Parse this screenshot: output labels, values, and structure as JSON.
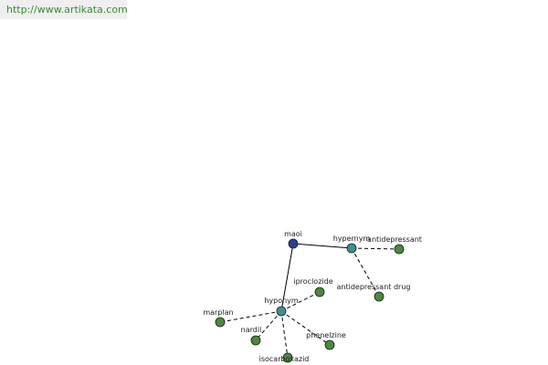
{
  "site": {
    "url_text": "http://www.artikata.com"
  },
  "graph": {
    "colors": {
      "root": "#2b3f91",
      "relation": "#3f8f8f",
      "term": "#4a8a3c"
    },
    "nodes": [
      {
        "id": "maoi",
        "label": "maoi",
        "kind": "root"
      },
      {
        "id": "hypernym",
        "label": "hypernym",
        "kind": "relation"
      },
      {
        "id": "hyponym",
        "label": "hyponym",
        "kind": "relation"
      },
      {
        "id": "antidepressant",
        "label": "antidepressant",
        "kind": "term"
      },
      {
        "id": "antidepressant-drug",
        "label": "antidepressant drug",
        "kind": "term"
      },
      {
        "id": "iproclozide",
        "label": "iproclozide",
        "kind": "term"
      },
      {
        "id": "marplan",
        "label": "marplan",
        "kind": "term"
      },
      {
        "id": "nardil",
        "label": "nardil",
        "kind": "term"
      },
      {
        "id": "phenelzine",
        "label": "phenelzine",
        "kind": "term"
      },
      {
        "id": "isocarboxazid",
        "label": "isocarboxazid",
        "kind": "term"
      }
    ],
    "edges": [
      {
        "from": "maoi",
        "to": "hypernym",
        "style": "solid"
      },
      {
        "from": "maoi",
        "to": "hyponym",
        "style": "solid"
      },
      {
        "from": "hypernym",
        "to": "antidepressant",
        "style": "dashed"
      },
      {
        "from": "hypernym",
        "to": "antidepressant-drug",
        "style": "dashed"
      },
      {
        "from": "hyponym",
        "to": "iproclozide",
        "style": "dashed"
      },
      {
        "from": "hyponym",
        "to": "marplan",
        "style": "dashed"
      },
      {
        "from": "hyponym",
        "to": "nardil",
        "style": "dashed"
      },
      {
        "from": "hyponym",
        "to": "phenelzine",
        "style": "dashed"
      },
      {
        "from": "hyponym",
        "to": "isocarboxazid",
        "style": "dashed"
      }
    ]
  }
}
